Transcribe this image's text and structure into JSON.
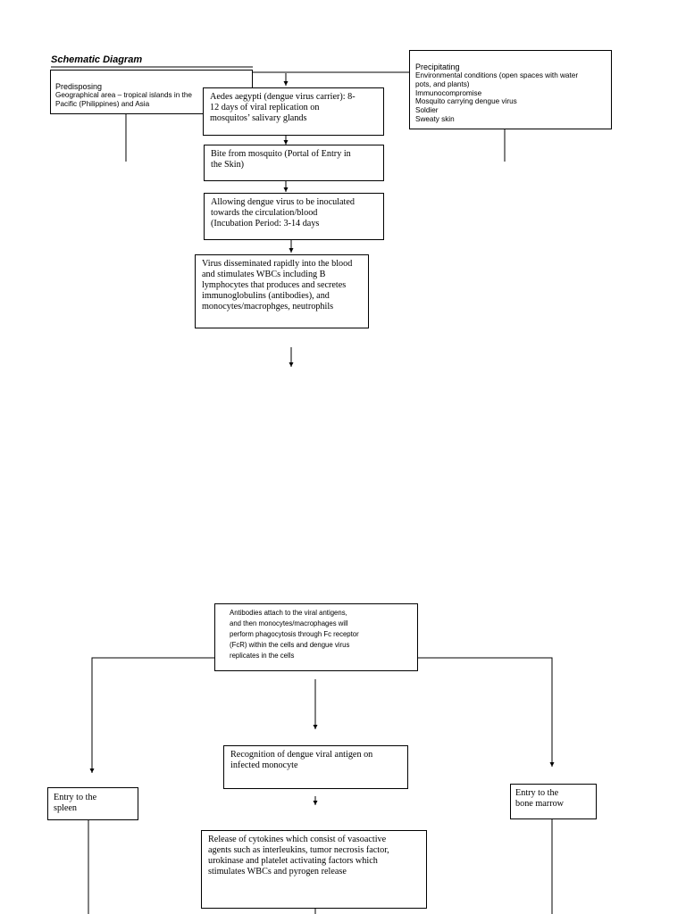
{
  "diagram": {
    "title": "Schematic Diagram",
    "predisposing": {
      "heading": "Predisposing",
      "body": "Geographical area – tropical islands in the\nPacific (Philippines) and Asia"
    },
    "precipitating": {
      "heading": "Precipitating",
      "body": "Environmental conditions (open spaces with water\npots, and plants)\nImmunocompromise\nMosquito carrying dengue virus\nSoldier\nSweaty skin"
    },
    "steps": {
      "aedes": "Aedes aegypti (dengue virus carrier): 8-\n12 days of viral replication on\nmosquitos’ salivary glands",
      "bite": "Bite from mosquito (Portal of Entry in\nthe Skin)",
      "inoculation": "Allowing dengue virus to be inoculated\ntowards the circulation/blood\n(Incubation Period: 3-14 days",
      "dissemination": "Virus disseminated rapidly into the blood\nand stimulates WBCs including B\nlymphocytes that produces and secretes\nimmunoglobulins (antibodies), and\nmonocytes/macrophges, neutrophils",
      "antibodies": "Antibodies attach to the viral antigens,\nand then monocytes/macrophages will\nperform phagocytosis through Fc receptor\n(FcR) within the cells  and dengue virus\nreplicates in the cells",
      "recognition": "Recognition of dengue viral antigen on\ninfected monocyte",
      "spleen": "Entry to the\nspleen",
      "marrow": "Entry to the\nbone marrow",
      "cytokines": "Release of cytokines which consist of vasoactive\nagents such as interleukins, tumor necrosis factor,\nurokinase and platelet activating factors which\nstimulates WBCs and pyrogen release"
    }
  }
}
